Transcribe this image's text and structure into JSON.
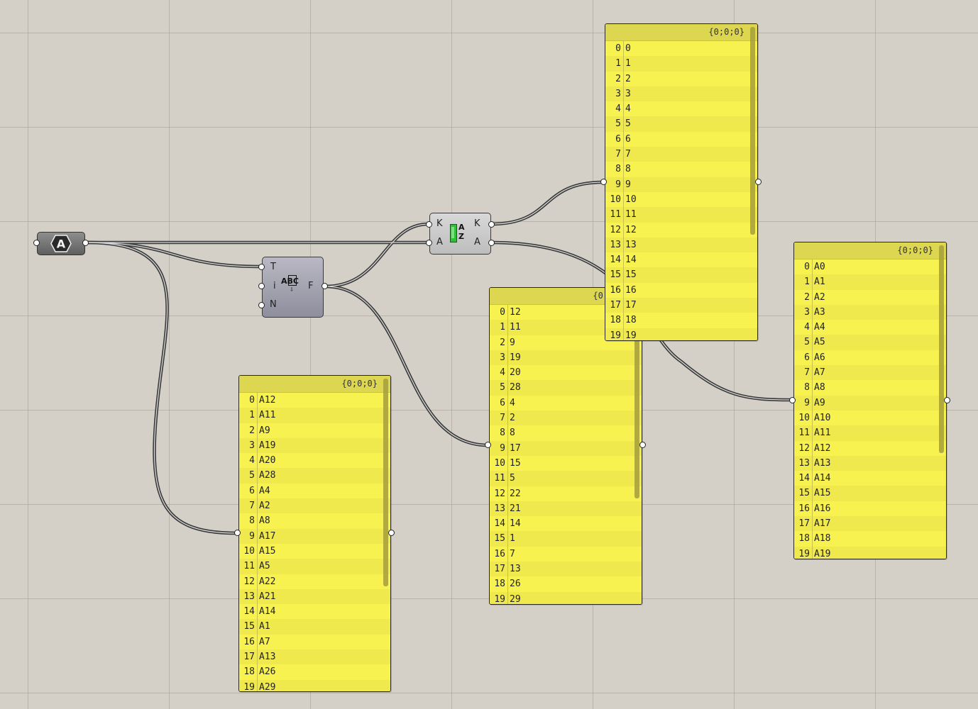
{
  "canvas": {
    "background": "#d4d0c8",
    "grid_color": "#a09c94"
  },
  "param_a": {
    "label": "A"
  },
  "text_split_component": {
    "inputs": [
      "T",
      "i",
      "N"
    ],
    "outputs": [
      "F"
    ],
    "icon_text": "ABC",
    "icon": "text-fragment-icon"
  },
  "sort_component": {
    "inputs": [
      "K",
      "A"
    ],
    "outputs": [
      "K",
      "A"
    ],
    "icon_text": "A Z",
    "icon": "sort-list-icon"
  },
  "panels": {
    "fragments": {
      "path": "{0;0;0}",
      "rows": [
        "A12",
        "A11",
        "A9",
        "A19",
        "A20",
        "A28",
        "A4",
        "A2",
        "A8",
        "A17",
        "A15",
        "A5",
        "A22",
        "A21",
        "A14",
        "A1",
        "A7",
        "A13",
        "A26",
        "A29"
      ]
    },
    "numbers": {
      "path": "{0;0;0}",
      "rows": [
        "12",
        "11",
        "9",
        "19",
        "20",
        "28",
        "4",
        "2",
        "8",
        "17",
        "15",
        "5",
        "22",
        "21",
        "14",
        "1",
        "7",
        "13",
        "26",
        "29"
      ]
    },
    "sorted_keys": {
      "path": "{0;0;0}",
      "rows": [
        "0",
        "1",
        "2",
        "3",
        "4",
        "5",
        "6",
        "7",
        "8",
        "9",
        "10",
        "11",
        "12",
        "13",
        "14",
        "15",
        "16",
        "17",
        "18",
        "19"
      ]
    },
    "sorted_values": {
      "path": "{0;0;0}",
      "rows": [
        "A0",
        "A1",
        "A2",
        "A3",
        "A4",
        "A5",
        "A6",
        "A7",
        "A8",
        "A9",
        "A10",
        "A11",
        "A12",
        "A13",
        "A14",
        "A15",
        "A16",
        "A17",
        "A18",
        "A19"
      ]
    }
  }
}
